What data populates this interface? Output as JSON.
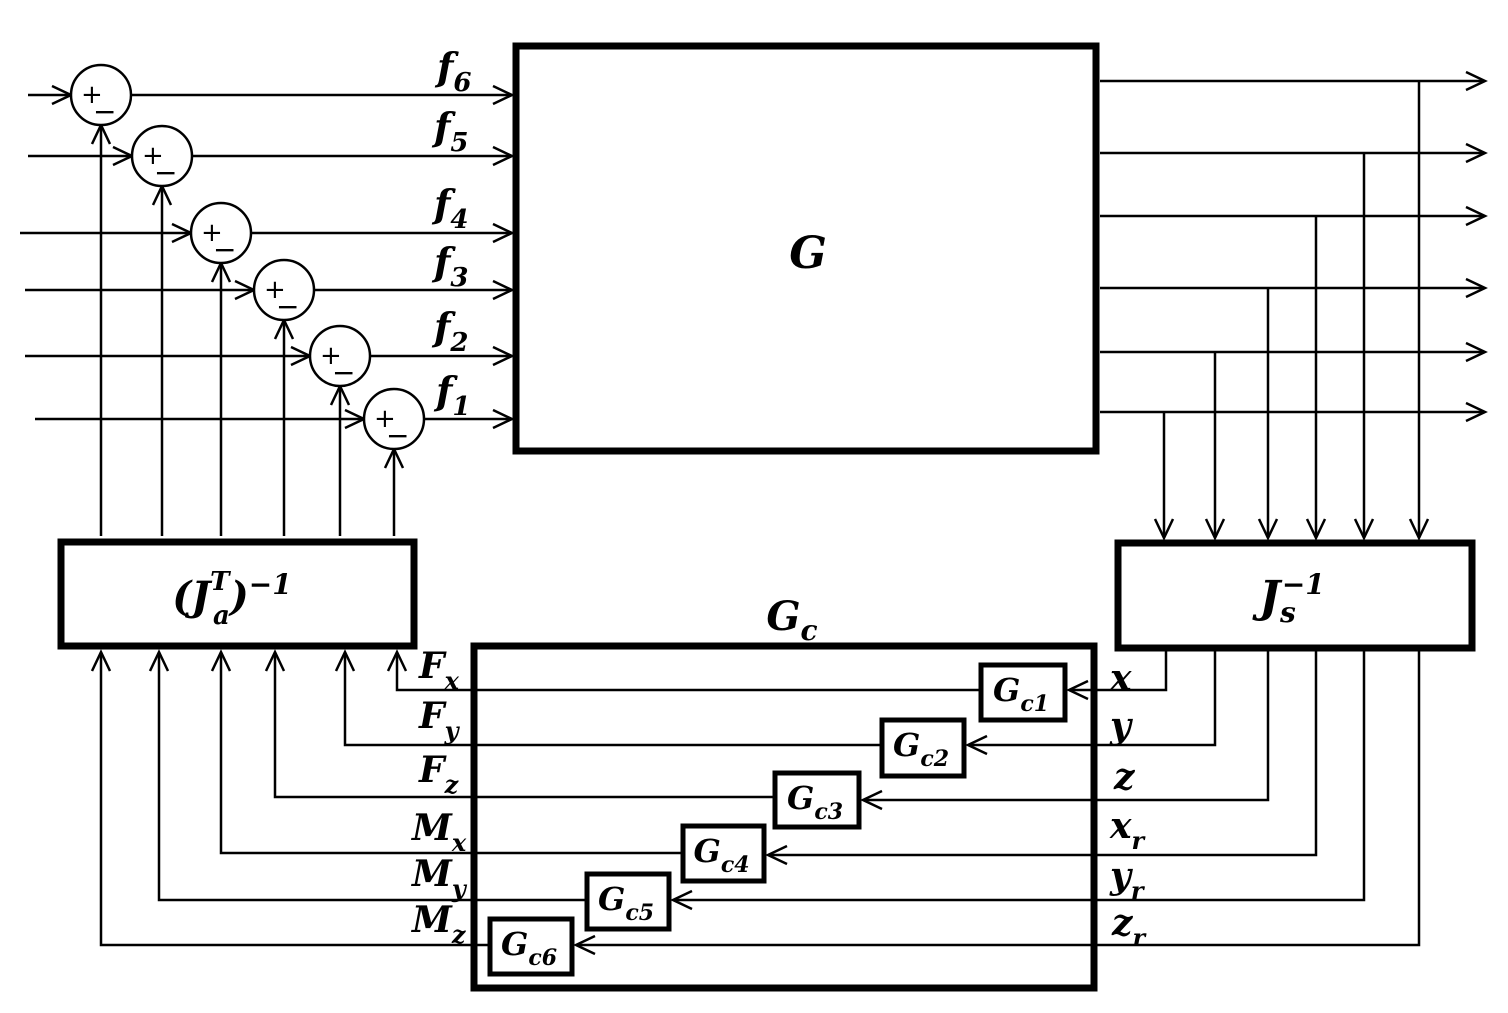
{
  "plant": {
    "label": "G"
  },
  "controller": {
    "label": "G",
    "sub": "c"
  },
  "force_map": {
    "base": "(J",
    "sup": "T",
    "sub": "a",
    "tail": ")",
    "exp": "−1"
  },
  "sensor_map": {
    "base": "J",
    "sub": "s",
    "exp": "−1"
  },
  "sum_signs": {
    "plus": "+",
    "minus": "−"
  },
  "inputs": [
    {
      "base": "f",
      "sub": "6"
    },
    {
      "base": "f",
      "sub": "5"
    },
    {
      "base": "f",
      "sub": "4"
    },
    {
      "base": "f",
      "sub": "3"
    },
    {
      "base": "f",
      "sub": "2"
    },
    {
      "base": "f",
      "sub": "1"
    }
  ],
  "controllers": [
    {
      "base": "G",
      "sub": "c1"
    },
    {
      "base": "G",
      "sub": "c2"
    },
    {
      "base": "G",
      "sub": "c3"
    },
    {
      "base": "G",
      "sub": "c4"
    },
    {
      "base": "G",
      "sub": "c5"
    },
    {
      "base": "G",
      "sub": "c6"
    }
  ],
  "pose": [
    {
      "base": "x",
      "sub": ""
    },
    {
      "base": "y",
      "sub": ""
    },
    {
      "base": "z",
      "sub": ""
    },
    {
      "base": "x",
      "sub": "r"
    },
    {
      "base": "y",
      "sub": "r"
    },
    {
      "base": "z",
      "sub": "r"
    }
  ],
  "wrench": [
    {
      "base": "F",
      "sub": "x"
    },
    {
      "base": "F",
      "sub": "y"
    },
    {
      "base": "F",
      "sub": "z"
    },
    {
      "base": "M",
      "sub": "x"
    },
    {
      "base": "M",
      "sub": "y"
    },
    {
      "base": "M",
      "sub": "z"
    }
  ]
}
